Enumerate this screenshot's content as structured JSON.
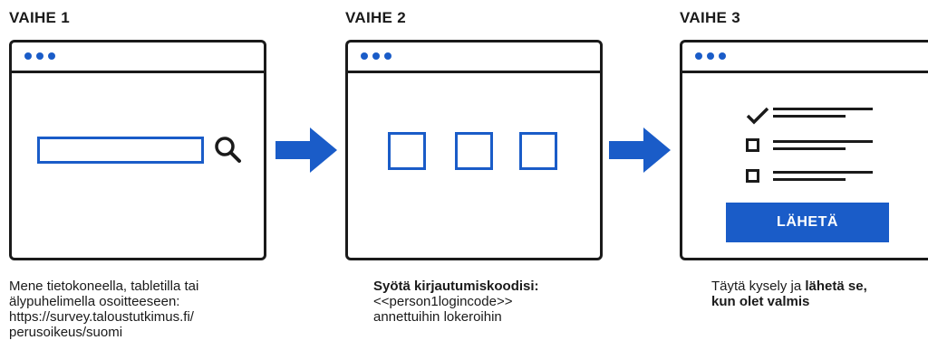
{
  "colors": {
    "accent": "#1a5cc8",
    "ink": "#1a1a1a"
  },
  "steps": [
    {
      "title": "VAIHE 1",
      "window": {
        "dots": 3,
        "icon": "search-icon"
      },
      "description_lines": [
        "Mene tietokoneella, tabletilla tai",
        "älypuhelimella osoitteeseen:",
        "https://survey.taloustutkimus.fi/",
        "perusoikeus/suomi"
      ]
    },
    {
      "title": "VAIHE 2",
      "window": {
        "dots": 3,
        "code_boxes": 3
      },
      "description_bold": "Syötä kirjautumiskoodisi:",
      "description_lines": [
        "<<person1logincode>>",
        "annettuihin lokeroihin"
      ]
    },
    {
      "title": "VAIHE 3",
      "window": {
        "dots": 3,
        "checklist": [
          "checked",
          "unchecked",
          "unchecked"
        ],
        "button_label": "LÄHETÄ"
      },
      "description_normal": "Täytä kysely ja ",
      "description_bold_1": "lähetä se,",
      "description_bold_2": "kun olet valmis"
    }
  ],
  "arrows": [
    "arrow-right-icon",
    "arrow-right-icon"
  ]
}
